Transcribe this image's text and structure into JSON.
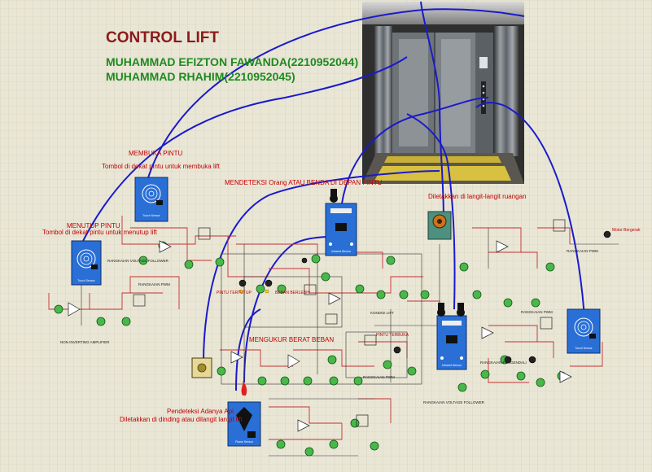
{
  "title": "CONTROL LIFT",
  "authors": [
    "MUHAMMAD EFIZTON FAWANDA(2210952044)",
    "MUHAMMAD RHAHIM(2210952045)"
  ],
  "labels": {
    "membuka_pintu": "MEMBUKA PINTU",
    "tombol_buka": "Tombol di dekat pintu untuk membuka lift",
    "menutup_pintu": "MENUTUP PINTU",
    "tombol_tutup": "Tombol di dekat pintu untuk menutup lift",
    "mendeteksi": "MENDETEKSI Orang ATAU BENDA DI DEPAN PINTU",
    "diletakkan_langit": "Diletakkan di langit-langit ruangan",
    "mengukur_berat": "MENGUKUR BERAT BEBAN",
    "pendeteksi_api": "Pendeteksi Adanya Api",
    "diletakkan_dinding": "Diletakkan di dinding atau dilangit langit lift",
    "rangkaian_pengendali": "RANGKAIAN PENGENDALI",
    "rangkaian_voltage_follower": "RANGKAIAN VOLTAGE FOLLOWER",
    "rangkaian_pwm": "RANGKAIAN PWM",
    "non_inverting": "NON INVERTING AMPLIFIER",
    "voltage_follower": "RANGKAIAN VOLTAGE FOLLOWER",
    "motor_bergerak": "Motor Bergerak",
    "pintu_terbuka": "PINTU TERBUKA",
    "pintu_tertutup": "PINTU TERTUTUP",
    "beban_berlebih": "BEBAN BERLEBIH",
    "kondisi_lift": "KONDISI LIFT"
  },
  "modules": {
    "touch": "Touch Sensor",
    "infrared": "Infrared Sensor",
    "flame": "Flame Sensor"
  },
  "colors": {
    "background": "#e9e6d6",
    "grid": "#d2cdb5",
    "wire_blue": "#1a1acc",
    "wire_red": "#c43030",
    "module_blue": "#2a6fd6",
    "title": "#8b1a1a",
    "author": "#1e8a1e"
  }
}
